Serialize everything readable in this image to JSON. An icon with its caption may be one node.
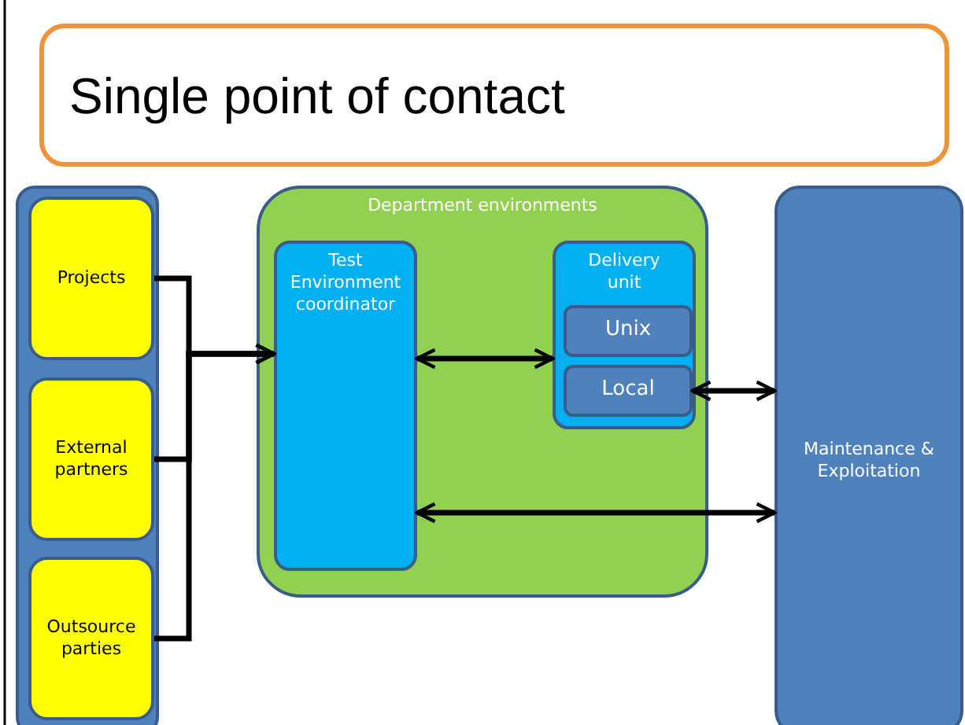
{
  "diagram": {
    "nodes": [
      {
        "text": [
          "Single point of contact"
        ]
      },
      {
        "text": [],
        "shape": "box"
      },
      {
        "text": [
          "Projects"
        ],
        "in": 1
      },
      {
        "text": [
          "External partners"
        ],
        "in": 1
      },
      {
        "text": [
          "Outsource parties"
        ],
        "in": 1
      },
      {
        "text": [
          "Department environments"
        ]
      },
      {
        "text": [
          "Test Environment coordinator"
        ],
        "in": 5
      },
      {
        "text": [
          "Delivery unit"
        ],
        "in": 5
      },
      {
        "text": [
          "Unix"
        ],
        "in": 7
      },
      {
        "text": [
          "Local"
        ],
        "in": 7
      },
      {
        "text": [
          "Maintenance & Exploitation"
        ]
      }
    ],
    "edges": [
      {
        "from": 2,
        "to": 6,
        "arrow": "to"
      },
      {
        "from": 3,
        "to": 6,
        "arrow": "to"
      },
      {
        "from": 4,
        "to": 6,
        "arrow": "to"
      },
      {
        "from": 6,
        "to": 7,
        "arrow": "both"
      },
      {
        "from": 9,
        "to": 10,
        "arrow": "both"
      },
      {
        "from": 6,
        "to": 10,
        "arrow": "both"
      }
    ]
  }
}
